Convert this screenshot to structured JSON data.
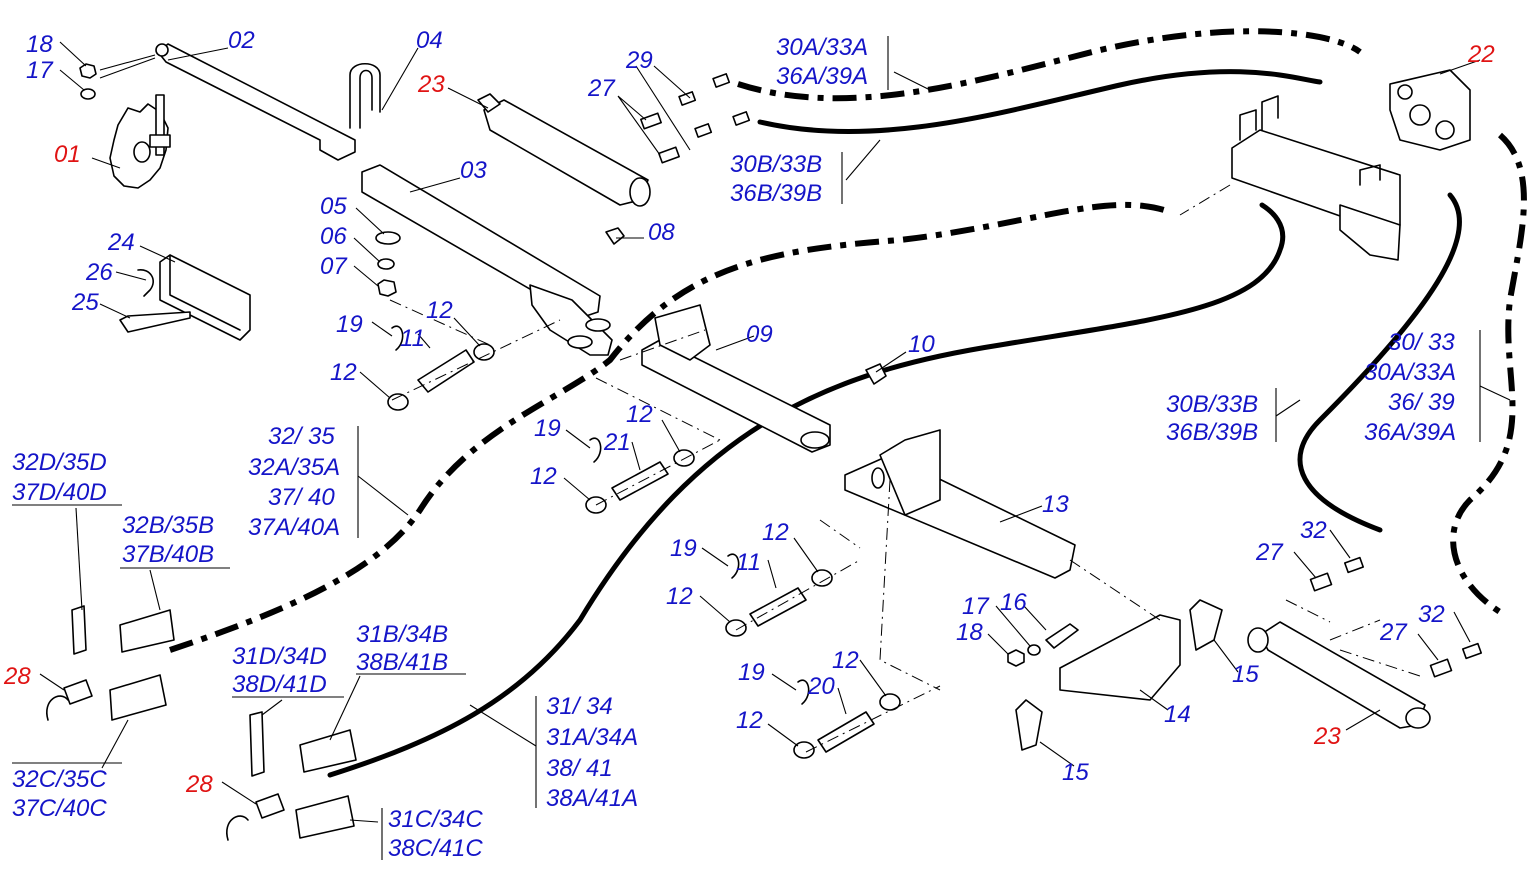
{
  "diagram": {
    "colors": {
      "label_blue": "#1515c8",
      "label_red": "#e01414",
      "line": "#000000",
      "background": "#ffffff"
    },
    "labels": [
      {
        "id": "l18a",
        "text": "18",
        "color": "blue"
      },
      {
        "id": "l17a",
        "text": "17",
        "color": "blue"
      },
      {
        "id": "l01",
        "text": "01",
        "color": "red"
      },
      {
        "id": "l02",
        "text": "02",
        "color": "blue"
      },
      {
        "id": "l04",
        "text": "04",
        "color": "blue"
      },
      {
        "id": "l23a",
        "text": "23",
        "color": "red"
      },
      {
        "id": "l29",
        "text": "29",
        "color": "blue"
      },
      {
        "id": "l27a",
        "text": "27",
        "color": "blue"
      },
      {
        "id": "l22",
        "text": "22",
        "color": "red"
      },
      {
        "id": "l03",
        "text": "03",
        "color": "blue"
      },
      {
        "id": "l05",
        "text": "05",
        "color": "blue"
      },
      {
        "id": "l06",
        "text": "06",
        "color": "blue"
      },
      {
        "id": "l07",
        "text": "07",
        "color": "blue"
      },
      {
        "id": "l08",
        "text": "08",
        "color": "blue"
      },
      {
        "id": "l24",
        "text": "24",
        "color": "blue"
      },
      {
        "id": "l26",
        "text": "26",
        "color": "blue"
      },
      {
        "id": "l25",
        "text": "25",
        "color": "blue"
      },
      {
        "id": "l19a",
        "text": "19",
        "color": "blue"
      },
      {
        "id": "l11a",
        "text": "11",
        "color": "blue"
      },
      {
        "id": "l12a",
        "text": "12",
        "color": "blue"
      },
      {
        "id": "l12b",
        "text": "12",
        "color": "blue"
      },
      {
        "id": "l09",
        "text": "09",
        "color": "blue"
      },
      {
        "id": "l10",
        "text": "10",
        "color": "blue"
      },
      {
        "id": "l19b",
        "text": "19",
        "color": "blue"
      },
      {
        "id": "l21",
        "text": "21",
        "color": "blue"
      },
      {
        "id": "l12c",
        "text": "12",
        "color": "blue"
      },
      {
        "id": "l12d",
        "text": "12",
        "color": "blue"
      },
      {
        "id": "l13",
        "text": "13",
        "color": "blue"
      },
      {
        "id": "l19c",
        "text": "19",
        "color": "blue"
      },
      {
        "id": "l11b",
        "text": "11",
        "color": "blue"
      },
      {
        "id": "l12e",
        "text": "12",
        "color": "blue"
      },
      {
        "id": "l12f",
        "text": "12",
        "color": "blue"
      },
      {
        "id": "l19d",
        "text": "19",
        "color": "blue"
      },
      {
        "id": "l20",
        "text": "20",
        "color": "blue"
      },
      {
        "id": "l12g",
        "text": "12",
        "color": "blue"
      },
      {
        "id": "l12h",
        "text": "12",
        "color": "blue"
      },
      {
        "id": "l17b",
        "text": "17",
        "color": "blue"
      },
      {
        "id": "l16",
        "text": "16",
        "color": "blue"
      },
      {
        "id": "l18b",
        "text": "18",
        "color": "blue"
      },
      {
        "id": "l15a",
        "text": "15",
        "color": "blue"
      },
      {
        "id": "l14",
        "text": "14",
        "color": "blue"
      },
      {
        "id": "l15b",
        "text": "15",
        "color": "blue"
      },
      {
        "id": "l27b",
        "text": "27",
        "color": "blue"
      },
      {
        "id": "l32a",
        "text": "32",
        "color": "blue"
      },
      {
        "id": "l27c",
        "text": "27",
        "color": "blue"
      },
      {
        "id": "l32b",
        "text": "32",
        "color": "blue"
      },
      {
        "id": "l23b",
        "text": "23",
        "color": "red"
      },
      {
        "id": "l28a",
        "text": "28",
        "color": "red"
      },
      {
        "id": "l28b",
        "text": "28",
        "color": "red"
      }
    ],
    "groups": {
      "g30a": [
        "30A/33A",
        "36A/39A"
      ],
      "g30b_top": [
        "30B/33B",
        "36B/39B"
      ],
      "g32": [
        "32/  35",
        "32A/35A",
        "37/  40",
        "37A/40A"
      ],
      "g32d": [
        "32D/35D",
        "37D/40D"
      ],
      "g32b": [
        "32B/35B",
        "37B/40B"
      ],
      "g32c": [
        "32C/35C",
        "37C/40C"
      ],
      "g31d": [
        "31D/34D",
        "38D/41D"
      ],
      "g31b": [
        "31B/34B",
        "38B/41B"
      ],
      "g31": [
        "31/  34",
        "31A/34A",
        "38/  41",
        "38A/41A"
      ],
      "g31c": [
        "31C/34C",
        "38C/41C"
      ],
      "g30b_right": [
        "30B/33B",
        "36B/39B"
      ],
      "g30": [
        "30/  33",
        "30A/33A",
        "36/  39",
        "36A/39A"
      ]
    }
  }
}
